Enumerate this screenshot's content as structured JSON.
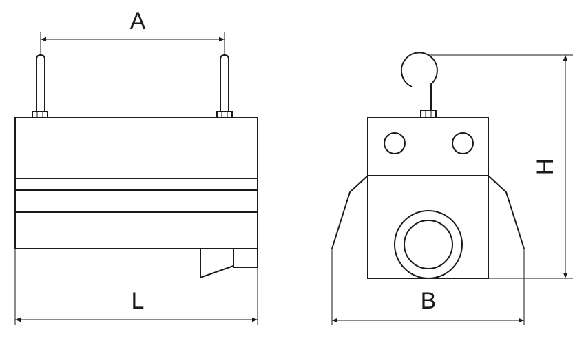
{
  "dimensions": {
    "A": "A",
    "L": "L",
    "H": "H",
    "B": "B"
  },
  "colors": {
    "line": "#1a1a1a",
    "background": "#ffffff"
  }
}
